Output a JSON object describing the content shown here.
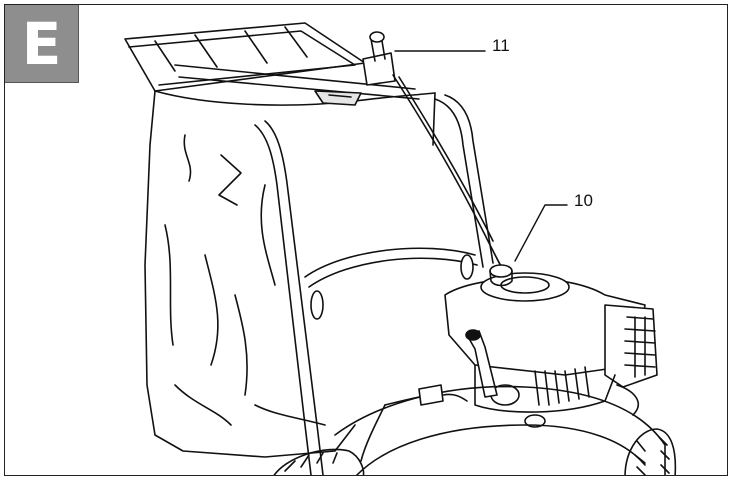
{
  "figure": {
    "section_label": "E",
    "callouts": [
      {
        "label": "11"
      },
      {
        "label": "10"
      }
    ]
  }
}
